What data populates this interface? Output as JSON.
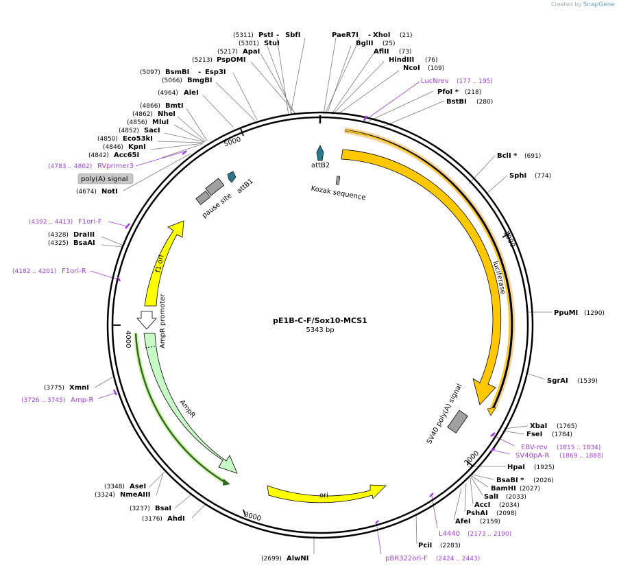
{
  "credit": {
    "prefix": "Created by",
    "brand": "SnapGene"
  },
  "plasmid": {
    "name": "pE1B-C-F/Sox10-MCS1",
    "length_label": "5343 bp",
    "length": 5343
  },
  "ticks": [
    "1000",
    "2000",
    "3000",
    "4000",
    "5000"
  ],
  "colors": {
    "enzyme_leader": "#7a7a7a",
    "primer": "#a23de0",
    "luciferase": "#ffc800",
    "ampr": "#c8fac8",
    "ori": "#ffff00",
    "signal": "#a0a0a0",
    "attB": "#2a7a8c"
  },
  "sites": [
    {
      "id": "psti",
      "name": "PstI",
      "pos": "(5311)"
    },
    {
      "id": "sbfi",
      "name": "SbfI",
      "pos": ""
    },
    {
      "id": "stui",
      "name": "StuI",
      "pos": "(5301)"
    },
    {
      "id": "apai",
      "name": "ApaI",
      "pos": "(5217)"
    },
    {
      "id": "pspomi",
      "name": "PspOMI",
      "pos": "(5213)"
    },
    {
      "id": "bsmbi",
      "name": "BsmBI",
      "pos": "(5097)"
    },
    {
      "id": "esp3i",
      "name": "Esp3I",
      "pos": ""
    },
    {
      "id": "bmgbi",
      "name": "BmgBI",
      "pos": "(5066)"
    },
    {
      "id": "alei",
      "name": "AleI",
      "pos": "(4964)"
    },
    {
      "id": "bmti",
      "name": "BmtI",
      "pos": "(4866)"
    },
    {
      "id": "nhei",
      "name": "NheI",
      "pos": "(4862)"
    },
    {
      "id": "mlui",
      "name": "MluI",
      "pos": "(4856)"
    },
    {
      "id": "saci",
      "name": "SacI",
      "pos": "(4852)"
    },
    {
      "id": "eco53ki",
      "name": "Eco53kI",
      "pos": "(4850)"
    },
    {
      "id": "kpni",
      "name": "KpnI",
      "pos": "(4846)"
    },
    {
      "id": "acc65i",
      "name": "Acc65I",
      "pos": "(4842)"
    },
    {
      "id": "noti",
      "name": "NotI",
      "pos": "(4674)"
    },
    {
      "id": "draiii",
      "name": "DraIII",
      "pos": "(4328)"
    },
    {
      "id": "bsaai",
      "name": "BsaAI",
      "pos": "(4325)"
    },
    {
      "id": "xmni",
      "name": "XmnI",
      "pos": "(3775)"
    },
    {
      "id": "asei",
      "name": "AseI",
      "pos": "(3348)"
    },
    {
      "id": "nmeaiii",
      "name": "NmeAIII",
      "pos": "(3324)"
    },
    {
      "id": "bsai",
      "name": "BsaI",
      "pos": "(3237)"
    },
    {
      "id": "ahdi",
      "name": "AhdI",
      "pos": "(3176)"
    },
    {
      "id": "alwni",
      "name": "AlwNI",
      "pos": "(2699)"
    },
    {
      "id": "paer7i",
      "name": "PaeR7I",
      "pos": ""
    },
    {
      "id": "xhoi",
      "name": "XhoI",
      "pos": "(21)"
    },
    {
      "id": "bglii",
      "name": "BglII",
      "pos": "(25)"
    },
    {
      "id": "aflii",
      "name": "AflII",
      "pos": "(73)"
    },
    {
      "id": "hindiii",
      "name": "HindIII",
      "pos": "(76)"
    },
    {
      "id": "ncoi",
      "name": "NcoI",
      "pos": "(109)"
    },
    {
      "id": "pfoi",
      "name": "PfoI *",
      "pos": "(218)"
    },
    {
      "id": "bstbi",
      "name": "BstBI",
      "pos": "(280)"
    },
    {
      "id": "bcli",
      "name": "BclI *",
      "pos": "(691)"
    },
    {
      "id": "sphi",
      "name": "SphI",
      "pos": "(774)"
    },
    {
      "id": "pspmi",
      "name": "PpuMI",
      "pos": "(1290)"
    },
    {
      "id": "sgrai",
      "name": "SgrAI",
      "pos": "(1539)"
    },
    {
      "id": "xbai",
      "name": "XbaI",
      "pos": "(1765)"
    },
    {
      "id": "fsei",
      "name": "FseI",
      "pos": "(1784)"
    },
    {
      "id": "hpai",
      "name": "HpaI",
      "pos": "(1925)"
    },
    {
      "id": "bsabi",
      "name": "BsaBI *",
      "pos": "(2026)"
    },
    {
      "id": "bamhi",
      "name": "BamHI",
      "pos": "(2027)"
    },
    {
      "id": "sali",
      "name": "SalI",
      "pos": "(2033)"
    },
    {
      "id": "acci",
      "name": "AccI",
      "pos": "(2034)"
    },
    {
      "id": "pshai",
      "name": "PshAI",
      "pos": "(2098)"
    },
    {
      "id": "afei",
      "name": "AfeI",
      "pos": "(2159)"
    },
    {
      "id": "pcii",
      "name": "PciI",
      "pos": "(2283)"
    }
  ],
  "primers": [
    {
      "id": "lucnrev",
      "name": "LucNrev",
      "pos": "(177 .. 195)"
    },
    {
      "id": "rvprimer3",
      "name": "RVprimer3",
      "pos": "(4783 .. 4802)"
    },
    {
      "id": "f1ori_f",
      "name": "F1ori-F",
      "pos": "(4392 .. 4413)"
    },
    {
      "id": "f1ori_r",
      "name": "F1ori-R",
      "pos": "(4182 .. 4201)"
    },
    {
      "id": "amp_r",
      "name": "Amp-R",
      "pos": "(3726 .. 3745)"
    },
    {
      "id": "ebv_rev",
      "name": "EBV-rev",
      "pos": "(1815 .. 1834)"
    },
    {
      "id": "sv40pa_r",
      "name": "SV40pA-R",
      "pos": "(1869 .. 1888)"
    },
    {
      "id": "l4440",
      "name": "L4440",
      "pos": "(2173 .. 2190)"
    },
    {
      "id": "pbr322ori_f",
      "name": "pBR322ori-F",
      "pos": "(2424 .. 2443)"
    }
  ],
  "features": [
    {
      "id": "luciferase",
      "label": "luciferase"
    },
    {
      "id": "attb2",
      "label": "attB2"
    },
    {
      "id": "kozak",
      "label": "Kozak sequence"
    },
    {
      "id": "attb1",
      "label": "attB1"
    },
    {
      "id": "pause",
      "label": "pause site"
    },
    {
      "id": "polya",
      "label": "poly(A) signal"
    },
    {
      "id": "f1ori",
      "label": "f1 ori"
    },
    {
      "id": "ampr_prom",
      "label": "AmpR promoter"
    },
    {
      "id": "ampr",
      "label": "AmpR"
    },
    {
      "id": "ori",
      "label": "ori"
    },
    {
      "id": "sv40",
      "label": "SV40 poly(A) signal"
    }
  ]
}
